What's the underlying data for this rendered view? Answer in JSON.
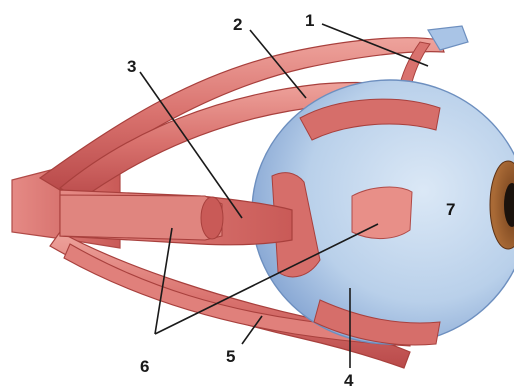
{
  "labels": {
    "l1": "1",
    "l2": "2",
    "l3": "3",
    "l4": "4",
    "l5": "5",
    "l6": "6",
    "l7": "7"
  },
  "colors": {
    "muscle": "#d9726e",
    "muscle_dark": "#b94a4a",
    "muscle_light": "#eea39c",
    "sclera": "#b9d0ea",
    "sclera_dark": "#7e9fcf",
    "iris": "#9a5a2c",
    "pupil": "#1b120c",
    "tendon": "#a9c4e6"
  }
}
